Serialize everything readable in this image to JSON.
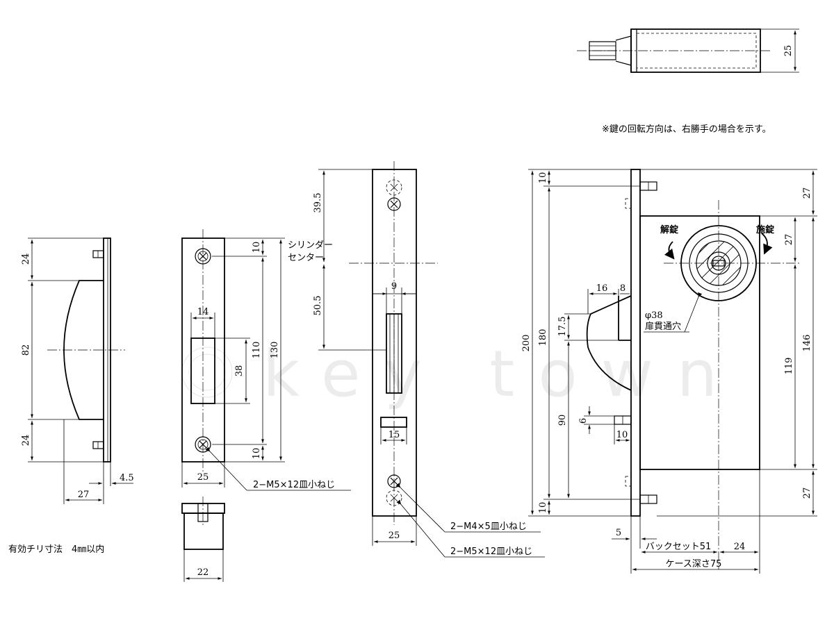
{
  "note": "※鍵の回転方向は、右勝手の場合を示す。",
  "watermark": "key town",
  "effective_gap_note": "有効チリ寸法　4㎜以内",
  "labels": {
    "cylinder_center": [
      "シリンダー",
      "センター"
    ],
    "unlock": "解錠",
    "lock": "施錠",
    "through_hole": [
      "φ38",
      "扉貫通穴"
    ],
    "screw_m5_a": "2−M5×12皿小ねじ",
    "screw_m4": "2−M4×5皿小ねじ",
    "screw_m5_b": "2−M5×12皿小ねじ",
    "backset": "バックセット51",
    "case_depth": "ケース深さ75"
  },
  "dims": {
    "top_view_25": "25",
    "handle_24_top": "24",
    "handle_82": "82",
    "handle_24_bottom": "24",
    "handle_4_5": "4.5",
    "handle_27": "27",
    "strike_10_top": "10",
    "strike_14": "14",
    "strike_38": "38",
    "strike_110": "110",
    "strike_130": "130",
    "strike_10_bottom": "10",
    "strike_25": "25",
    "strike_22": "22",
    "face_39_5": "39.5",
    "face_50_5": "50.5",
    "face_9": "9",
    "face_15": "15",
    "face_25": "25",
    "case_10_top": "10",
    "case_200": "200",
    "case_180": "180",
    "case_17_5": "17.5",
    "case_16": "16",
    "case_8": "8",
    "case_90": "90",
    "case_6": "6",
    "case_10_small": "10",
    "case_10_bottom": "10",
    "case_5": "5",
    "case_24": "24",
    "case_27_top": "27",
    "case_27_mid": "27",
    "case_119": "119",
    "case_146": "146",
    "case_27_bottom": "27"
  }
}
